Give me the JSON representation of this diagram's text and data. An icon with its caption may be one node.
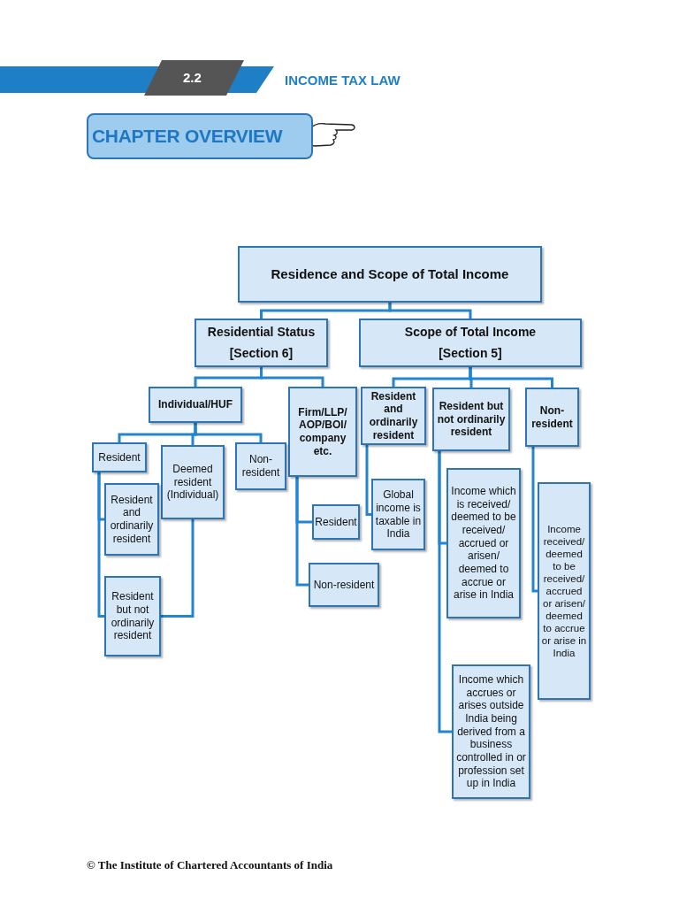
{
  "diagram": {
    "nodes": [
      {
        "text": [
          "Residence and Scope of Total Income"
        ]
      },
      {
        "text": [
          "Residential Status",
          "[Section 6]"
        ]
      },
      {
        "text": [
          "Scope of Total Income",
          "[Section 5]"
        ]
      },
      {
        "text": [
          "Individual/HUF"
        ]
      },
      {
        "text": [
          "Firm/LLP/ AOP/BOI/ company etc."
        ]
      },
      {
        "text": [
          "Resident and ordinarily resident"
        ]
      },
      {
        "text": [
          "Resident but not ordinarily resident"
        ]
      },
      {
        "text": [
          "Non-resident"
        ]
      },
      {
        "text": [
          "Resident"
        ]
      },
      {
        "text": [
          "Deemed resident (Individual)"
        ]
      },
      {
        "text": [
          "Non-resident"
        ]
      },
      {
        "text": [
          "Resident and ordinarily resident"
        ]
      },
      {
        "text": [
          "Resident but not ordinarily resident"
        ]
      },
      {
        "text": [
          "Resident"
        ]
      },
      {
        "text": [
          "Non-resident"
        ]
      },
      {
        "text": [
          "Global income is taxable in India"
        ]
      },
      {
        "text": [
          "Income which is received/ deemed to be received/ accrued or arisen/ deemed to accrue or arise in India"
        ]
      },
      {
        "text": [
          "Income which accrues or arises outside India being derived from a business controlled in or profession set up in India"
        ]
      },
      {
        "text": [
          "Income received/ deemed to be received/ accrued or arisen/ deemed to accrue or arise in India"
        ]
      }
    ],
    "edges": [
      {
        "from": 0,
        "to": 1,
        "arrow": "none"
      },
      {
        "from": 0,
        "to": 2,
        "arrow": "none"
      },
      {
        "from": 1,
        "to": 3,
        "arrow": "none"
      },
      {
        "from": 1,
        "to": 4,
        "arrow": "none"
      },
      {
        "from": 2,
        "to": 5,
        "arrow": "none"
      },
      {
        "from": 2,
        "to": 6,
        "arrow": "none"
      },
      {
        "from": 2,
        "to": 7,
        "arrow": "none"
      },
      {
        "from": 3,
        "to": 8,
        "arrow": "none"
      },
      {
        "from": 3,
        "to": 9,
        "arrow": "none"
      },
      {
        "from": 3,
        "to": 10,
        "arrow": "none"
      },
      {
        "from": 8,
        "to": 11,
        "arrow": "none"
      },
      {
        "from": 8,
        "to": 12,
        "arrow": "none"
      },
      {
        "from": 9,
        "to": 12,
        "arrow": "none"
      },
      {
        "from": 4,
        "to": 13,
        "arrow": "none"
      },
      {
        "from": 4,
        "to": 14,
        "arrow": "none"
      },
      {
        "from": 5,
        "to": 15,
        "arrow": "none"
      },
      {
        "from": 6,
        "to": 16,
        "arrow": "none"
      },
      {
        "from": 6,
        "to": 17,
        "arrow": "none"
      },
      {
        "from": 7,
        "to": 18,
        "arrow": "none"
      }
    ],
    "labels": [
      "2.2",
      "INCOME TAX LAW",
      "CHAPTER OVERVIEW",
      "© The Institute of Chartered Accountants of India"
    ]
  }
}
